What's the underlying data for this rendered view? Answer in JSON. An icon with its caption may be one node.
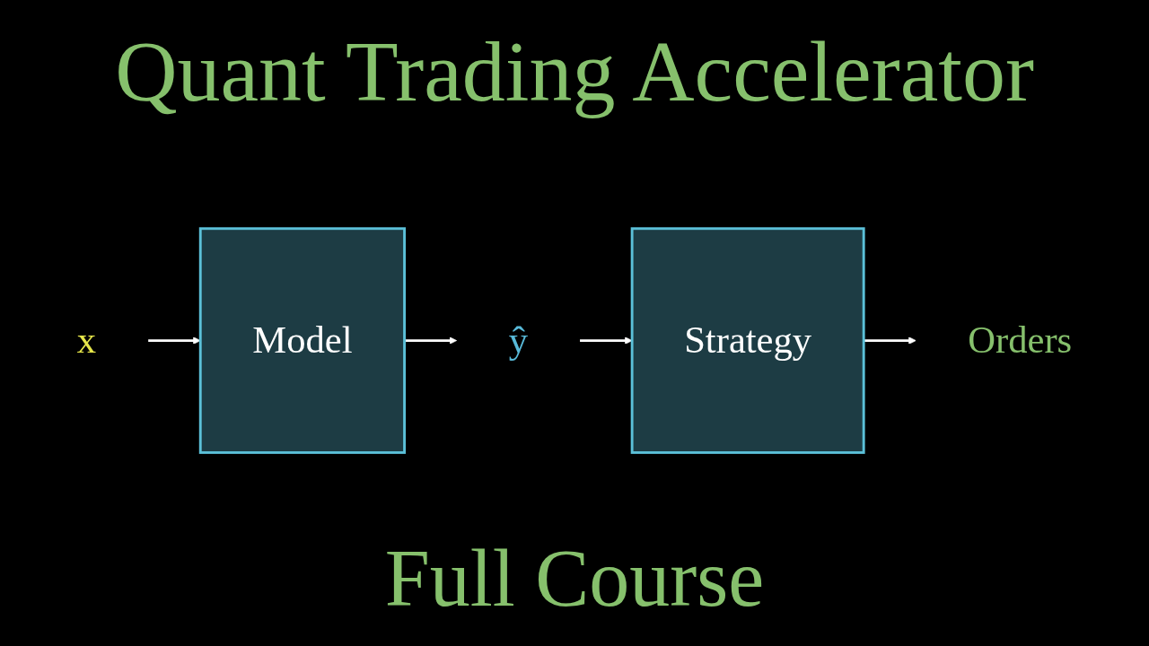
{
  "diagram": {
    "title": "Quant Trading Accelerator",
    "caption": "Full Course",
    "nodes": [
      {
        "text": [
          "x"
        ]
      },
      {
        "text": [
          "Model"
        ]
      },
      {
        "text": [
          "ŷ"
        ]
      },
      {
        "text": [
          "Strategy"
        ]
      },
      {
        "text": [
          "Orders"
        ]
      }
    ],
    "edges": [
      {
        "from": 0,
        "to": 1,
        "arrow": "to"
      },
      {
        "from": 1,
        "to": 2,
        "arrow": "to"
      },
      {
        "from": 2,
        "to": 3,
        "arrow": "to"
      },
      {
        "from": 3,
        "to": 4,
        "arrow": "to"
      }
    ]
  }
}
